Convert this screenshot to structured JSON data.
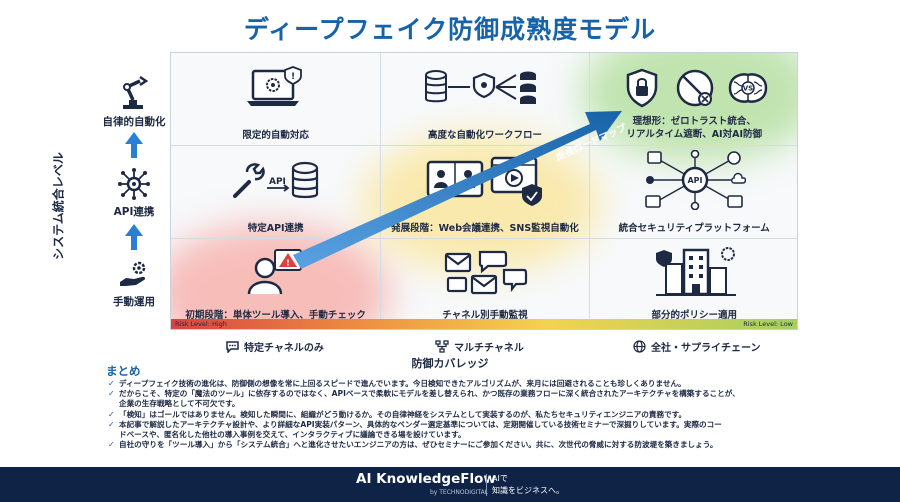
{
  "title": "ディープフェイク防御成熟度モデル",
  "y_axis": {
    "label": "システム統合レベル",
    "levels": [
      {
        "label": "自律的自動化",
        "icon": "robot-arm-icon"
      },
      {
        "label": "API連携",
        "icon": "network-hub-icon"
      },
      {
        "label": "手動運用",
        "icon": "manual-hand-gear-icon"
      }
    ]
  },
  "x_axis": {
    "label": "防御カバレッジ",
    "items": [
      {
        "label": "特定チャネルのみ",
        "icon": "chat-bubble-icon"
      },
      {
        "label": "マルチチャネル",
        "icon": "multi-channel-icon"
      },
      {
        "label": "全社・サプライチェーン",
        "icon": "globe-icon"
      }
    ]
  },
  "cells": {
    "top_left": "限定的自動対応",
    "top_mid": "高度な自動化ワークフロー",
    "top_right_line1": "理想形：ゼロトラスト統合、",
    "top_right_line2": "リアルタイム遮断、AI対AI防御",
    "mid_left": "特定API連携",
    "mid_mid": "発展段階：Web会議連携、SNS監視自動化",
    "mid_right": "統合セキュリティプラットフォーム",
    "bot_left": "初期段階：単体ツール導入、手動チェック",
    "bot_mid": "チャネル別手動監視",
    "bot_right": "部分的ポリシー適用"
  },
  "icon_text": {
    "api": "API",
    "vs": "VS"
  },
  "roadmap_label": "成長ロードマップ",
  "risk": {
    "high": "Risk Level: High",
    "low": "Risk Level: Low"
  },
  "summary": {
    "title": "まとめ",
    "items": [
      "ディープフェイク技術の進化は、防御側の想像を常に上回るスピードで進んでいます。今日検知できたアルゴリズムが、来月には回避されることも珍しくありません。",
      "だからこそ、特定の「魔法のツール」に依存するのではなく、APIベースで柔軟にモデルを差し替えられ、かつ既存の業務フローに深く統合されたアーキテクチャを構築することが、",
      "企業の生存戦略として不可欠です。",
      "「検知」はゴールではありません。検知した瞬間に、組織がどう動けるか。その自律神経をシステムとして実装するのが、私たちセキュリティエンジニアの責務です。",
      "本記事で解説したアーキテクチャ設計や、より詳細なAPI実装パターン、具体的なベンダー選定基準については、定期開催している技術セミナーで深掘りしています。実際のコー",
      "ドベースや、匿名化した他社の導入事例を交えて、インタラクティブに議論できる場を設けています。",
      "自社の守りを「ツール導入」から「システム統合」へと進化させたいエンジニアの方は、ぜひセミナーにご参加ください。共に、次世代の脅威に対する防波堤を築きましょう。"
    ],
    "bullets": [
      true,
      true,
      false,
      true,
      true,
      false,
      true
    ]
  },
  "footer": {
    "brand": "AI KnowledgeFlow",
    "brand_sub": "by TECHNODIGITAL",
    "tagline1": "AIで",
    "tagline2": "知識をビジネスへ。"
  },
  "colors": {
    "title": "#1763a9",
    "navy": "#0f2347",
    "arrow": "#2a7fd4",
    "risk_high": "#d9433f",
    "risk_low": "#a4cf5f"
  }
}
